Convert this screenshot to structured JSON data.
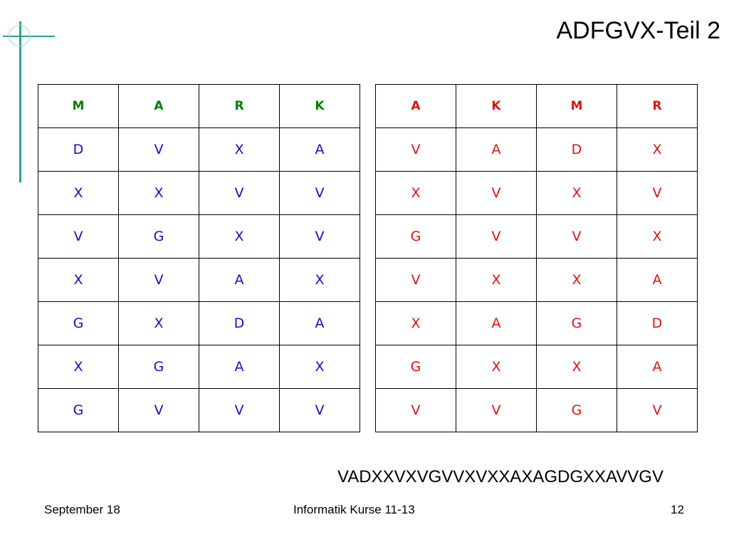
{
  "title": "ADFGVX-Teil 2",
  "left_table": {
    "header": [
      "M",
      "A",
      "R",
      "K"
    ],
    "rows": [
      [
        "D",
        "V",
        "X",
        "A"
      ],
      [
        "X",
        "X",
        "V",
        "V"
      ],
      [
        "V",
        "G",
        "X",
        "V"
      ],
      [
        "X",
        "V",
        "A",
        "X"
      ],
      [
        "G",
        "X",
        "D",
        "A"
      ],
      [
        "X",
        "G",
        "A",
        "X"
      ],
      [
        "G",
        "V",
        "V",
        "V"
      ]
    ]
  },
  "right_table": {
    "header": [
      "A",
      "K",
      "M",
      "R"
    ],
    "rows": [
      [
        "V",
        "A",
        "D",
        "X"
      ],
      [
        "X",
        "V",
        "X",
        "V"
      ],
      [
        "G",
        "V",
        "V",
        "X"
      ],
      [
        "V",
        "X",
        "X",
        "A"
      ],
      [
        "X",
        "A",
        "G",
        "D"
      ],
      [
        "G",
        "X",
        "X",
        "A"
      ],
      [
        "V",
        "V",
        "G",
        "V"
      ]
    ]
  },
  "ciphertext": "VADXXVXVGVVXVXXAXAGDGXXAVVGV",
  "footer": {
    "date": "September 18",
    "course": "Informatik Kurse 11-13",
    "page": "12"
  },
  "colors": {
    "left_header": "#008000",
    "left_cells": "#1010cc",
    "right_cells": "#e01010",
    "accent": "#2aa198"
  }
}
